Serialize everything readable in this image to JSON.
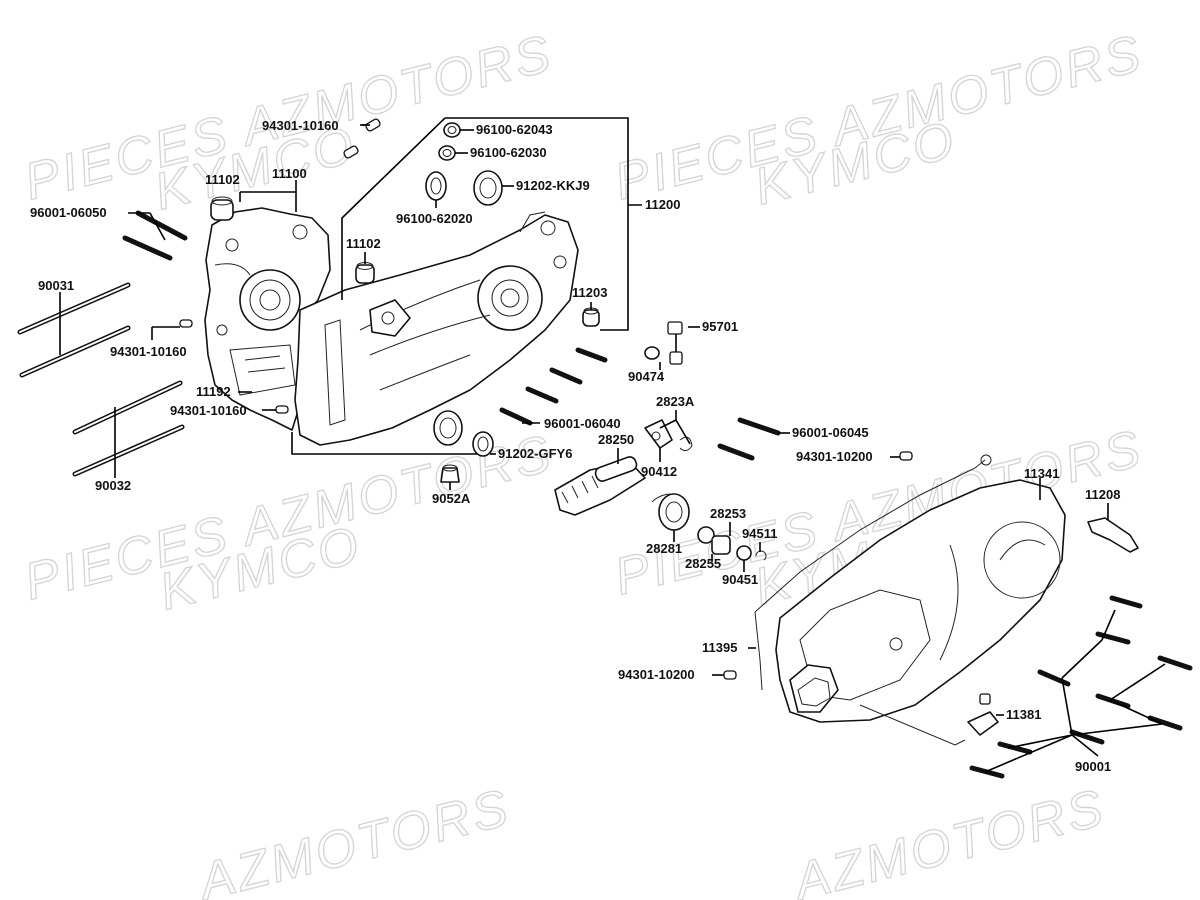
{
  "watermarks": [
    "PIECES AZMOTORS",
    "KYMCO",
    "PIECES AZMOTORS",
    "KYMCO",
    "PIECES AZMOTORS",
    "KYMCO",
    "PIECES AZMOTORS",
    "KYMCO",
    "AZMOTORS",
    "AZMOTORS"
  ],
  "labels": [
    "94301-10160",
    "96100-62043",
    "96100-62030",
    "91202-KKJ9",
    "96100-62020",
    "11200",
    "11102",
    "11100",
    "96001-06050",
    "11102",
    "11203",
    "90031",
    "94301-10160",
    "95701",
    "90474",
    "11192",
    "94301-10160",
    "96001-06040",
    "2823A",
    "96001-06045",
    "91202-GFY6",
    "28250",
    "94301-10200",
    "90412",
    "90032",
    "9052A",
    "11341",
    "11208",
    "28253",
    "94511",
    "28281",
    "28255",
    "90451",
    "11395",
    "94301-10200",
    "11381",
    "90001"
  ]
}
